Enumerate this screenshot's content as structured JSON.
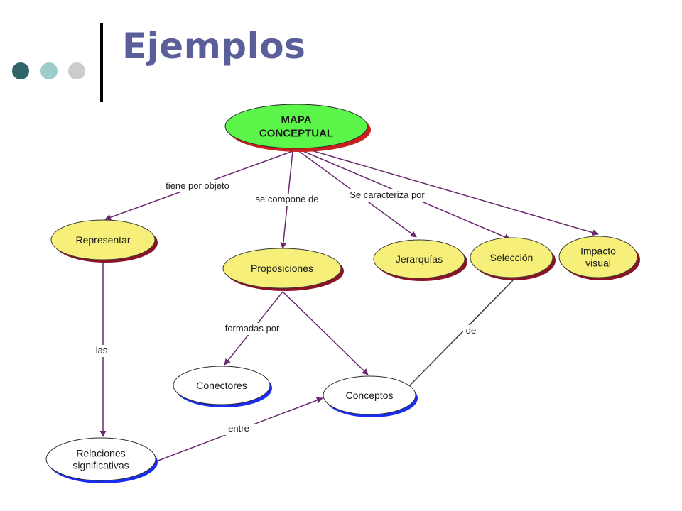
{
  "slide": {
    "title": "Ejemplos",
    "colors": {
      "title": "#5b5f99",
      "dot_1": "#2f6469",
      "dot_2": "#9ecccc",
      "dot_3": "#cccccc"
    }
  },
  "concept_map": {
    "colors": {
      "main_fill": "#5cf54a",
      "main_shadow": "#c91f1f",
      "yellow_fill": "#f6f07a",
      "yellow_shadow": "#8a1426",
      "blue_fill": "#ffffff",
      "blue_shadow": "#1a2ef0",
      "arrow_purple": "#6a2a6f",
      "line_dark": "#3a3a3a"
    },
    "nodes": {
      "mapa": [
        "MAPA",
        "CONCEPTUAL"
      ],
      "representar": [
        "Representar"
      ],
      "proposiciones": [
        "Proposiciones"
      ],
      "jerarquias": [
        "Jerarquías"
      ],
      "seleccion": [
        "Selección"
      ],
      "impacto": [
        "Impacto",
        "visual"
      ],
      "conectores": [
        "Conectores"
      ],
      "conceptos": [
        "Conceptos"
      ],
      "relaciones": [
        "Relaciones",
        "significativas"
      ]
    },
    "links": {
      "tiene_por_objeto": "tiene por objeto",
      "se_compone_de": "se compone de",
      "se_caracteriza_por": "Se caracteriza por",
      "formadas_por": "formadas por",
      "las": "las",
      "entre": "entre",
      "de": "de"
    }
  }
}
